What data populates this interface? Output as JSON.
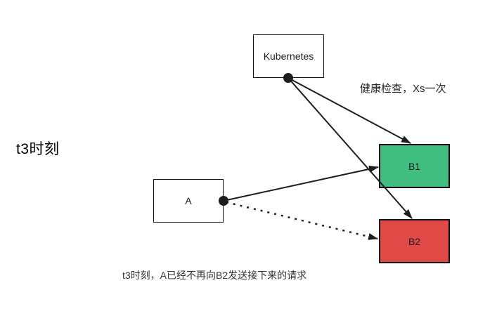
{
  "diagram": {
    "time_label": "t3时刻",
    "nodes": {
      "kubernetes": {
        "label": "Kubernetes",
        "fill": "#ffffff"
      },
      "service_a": {
        "label": "A",
        "fill": "#ffffff"
      },
      "service_b1": {
        "label": "B1",
        "fill": "#40be80"
      },
      "service_b2": {
        "label": "B2",
        "fill": "#e14946"
      }
    },
    "annotations": {
      "health_check": "健康检查，Xs一次",
      "caption": "t3时刻，A已经不再向B2发送接下来的请求"
    },
    "edges": [
      {
        "from": "Kubernetes",
        "to": "B1",
        "style": "solid"
      },
      {
        "from": "Kubernetes",
        "to": "B2",
        "style": "solid"
      },
      {
        "from": "A",
        "to": "B1",
        "style": "solid"
      },
      {
        "from": "A",
        "to": "B2",
        "style": "dashed"
      }
    ],
    "colors": {
      "line": "#1d1d1d",
      "border": "#111111",
      "healthy_fill": "#40be80",
      "unhealthy_fill": "#e14946"
    }
  }
}
